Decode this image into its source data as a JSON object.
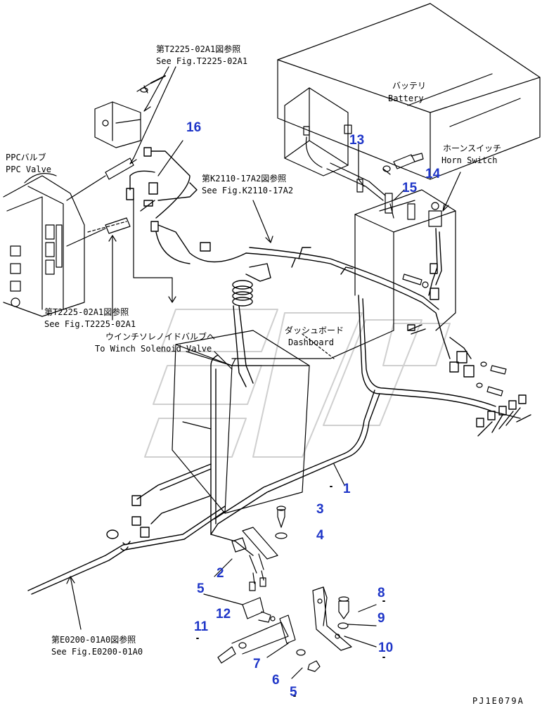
{
  "colors": {
    "line": "#000000",
    "callout": "#1f36c8",
    "watermark": "#d0d0d0",
    "background": "#ffffff"
  },
  "references": {
    "t2225_top_jp": "第T2225-02A1図参照",
    "t2225_top_en": "See Fig.T2225-02A1",
    "k2110_jp": "第K2110-17A2図参照",
    "k2110_en": "See Fig.K2110-17A2",
    "t2225_bottom_jp": "第T2225-02A1図参照",
    "t2225_bottom_en": "See Fig.T2225-02A1",
    "e0200_jp": "第E0200-01A0図参照",
    "e0200_en": "See Fig.E0200-01A0"
  },
  "components": {
    "battery_jp": "バッテリ",
    "battery_en": "Battery",
    "horn_switch_jp": "ホーンスイッチ",
    "horn_switch_en": "Horn Switch",
    "ppc_valve_jp": "PPCバルブ",
    "ppc_valve_en": "PPC Valve",
    "winch_jp": "ウインチソレノイドバルブへ",
    "winch_en": "To Winch Solenoid Valve",
    "dashboard_jp": "ダッシュボード",
    "dashboard_en": "Dashboard"
  },
  "callouts": {
    "n16": "16",
    "n13": "13",
    "n14": "14",
    "n15": "15",
    "n1": "1",
    "n3": "3",
    "n4": "4",
    "n2": "2",
    "n5a": "5",
    "n8": "8",
    "n9": "9",
    "n12": "12",
    "n11": "11",
    "n10": "10",
    "n7": "7",
    "n6": "6",
    "n5b": "5"
  },
  "drawing_id": "PJ1E079A"
}
